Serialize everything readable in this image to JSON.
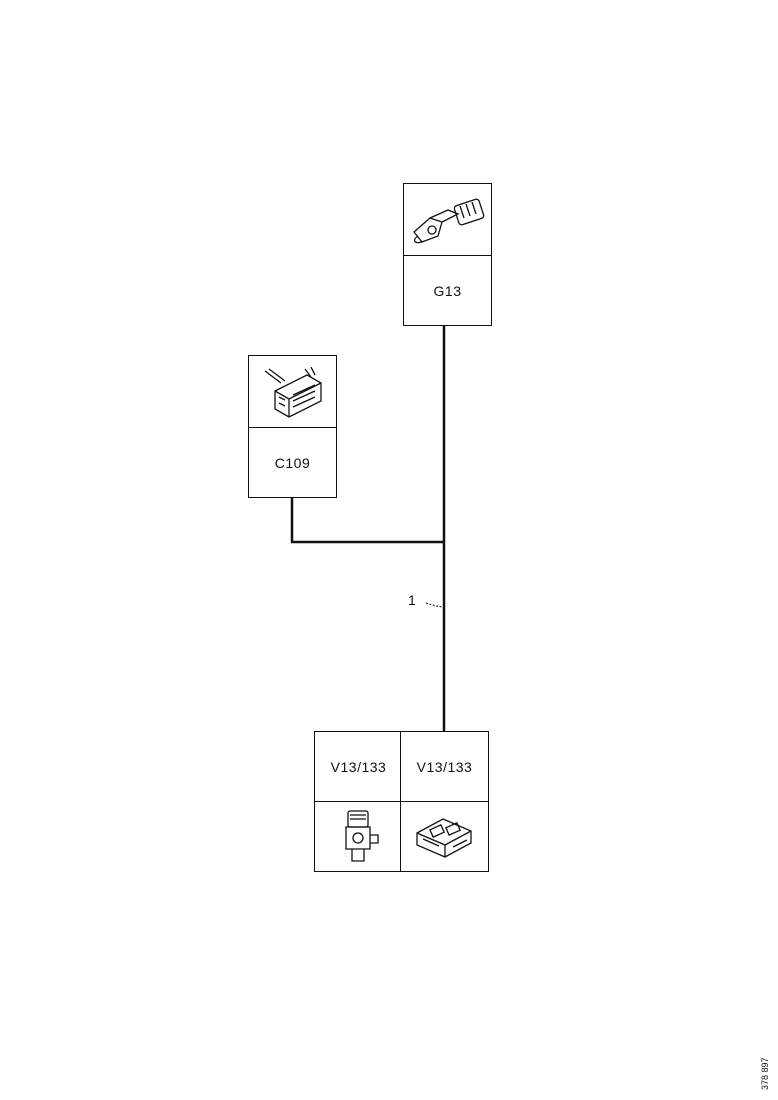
{
  "components": {
    "g13": {
      "label": "G13",
      "icon": "connector-icon"
    },
    "c109": {
      "label": "C109",
      "icon": "connector-block-icon"
    },
    "v13_133_left": {
      "label": "V13/133",
      "icon": "sensor-unit-icon"
    },
    "v13_133_right": {
      "label": "V13/133",
      "icon": "connector-housing-icon"
    }
  },
  "wire": {
    "label": "1"
  },
  "reference_code": "378 897"
}
